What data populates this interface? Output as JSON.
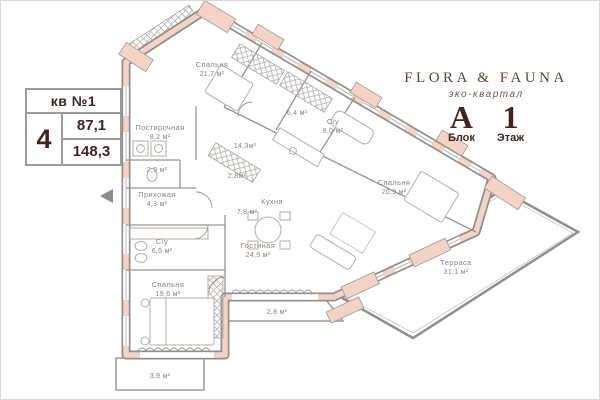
{
  "info_card": {
    "header": "кв №1",
    "rooms_count": "4",
    "area_living": "87,1",
    "area_total": "148,3"
  },
  "brand": {
    "name": "FLORA & FAUNA",
    "subtitle": "эко-квартал",
    "block_value": "А",
    "block_label": "Блок",
    "floor_value": "1",
    "floor_label": "Этаж"
  },
  "colors": {
    "wall_fill": "#f2d3c5",
    "wall_outline": "#8f8f8f",
    "label_text": "#8b827c",
    "brand_text": "#5c4639",
    "accent_dark": "#40251c"
  },
  "rooms": [
    {
      "id": "bedroom-1",
      "name": "Спальня",
      "area": "21,7 м²"
    },
    {
      "id": "wardrobe",
      "name": "",
      "area": "6,4 м²"
    },
    {
      "id": "bathroom-1",
      "name": "С/у",
      "area": "8,0 м²"
    },
    {
      "id": "hall",
      "name": "",
      "area": "14,3м²"
    },
    {
      "id": "closet",
      "name": "",
      "area": "2,8м²"
    },
    {
      "id": "laundry",
      "name": "Постирочная",
      "area": "8,2 м²"
    },
    {
      "id": "wc",
      "name": "",
      "area": "2,9 м²"
    },
    {
      "id": "entry",
      "name": "Прихожая",
      "area": "4,3 м²"
    },
    {
      "id": "kitchen",
      "name": "Кухня",
      "area": "7,8 м²"
    },
    {
      "id": "bedroom-2",
      "name": "Спальня",
      "area": "20,9 м²"
    },
    {
      "id": "living",
      "name": "Гостиная",
      "area": "24,9 м²"
    },
    {
      "id": "bathroom-2",
      "name": "С/у",
      "area": "6,5 м²"
    },
    {
      "id": "bedroom-3",
      "name": "Спальня",
      "area": "19,6 м²"
    },
    {
      "id": "balcony-1",
      "name": "",
      "area": "2,8 м²"
    },
    {
      "id": "balcony-2",
      "name": "",
      "area": "3,9 м²"
    },
    {
      "id": "terrace",
      "name": "Терраса",
      "area": "31,1 м²"
    }
  ]
}
